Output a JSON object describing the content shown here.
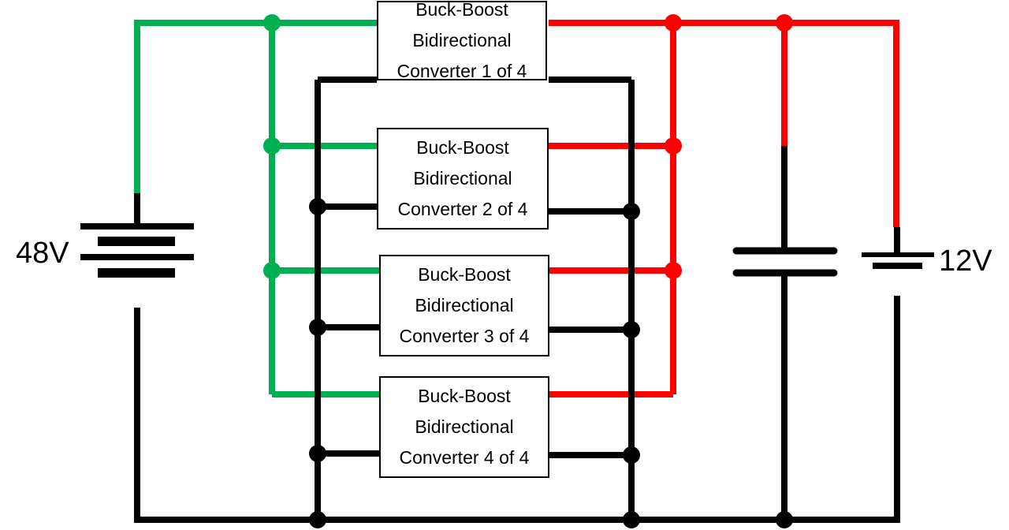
{
  "battery_48v": {
    "label": "48V"
  },
  "battery_12v": {
    "label": "12V"
  },
  "converters": [
    {
      "line1": "Buck-Boost",
      "line2": "Bidirectional",
      "line3": "Converter 1 of 4"
    },
    {
      "line1": "Buck-Boost",
      "line2": "Bidirectional",
      "line3": "Converter 2 of 4"
    },
    {
      "line1": "Buck-Boost",
      "line2": "Bidirectional",
      "line3": "Converter 3 of 4"
    },
    {
      "line1": "Buck-Boost",
      "line2": "Bidirectional",
      "line3": "Converter 4 of 4"
    }
  ],
  "colors": {
    "high_voltage_wire": "#00b050",
    "low_voltage_wire": "#ff0000",
    "ground_wire": "#000000"
  }
}
